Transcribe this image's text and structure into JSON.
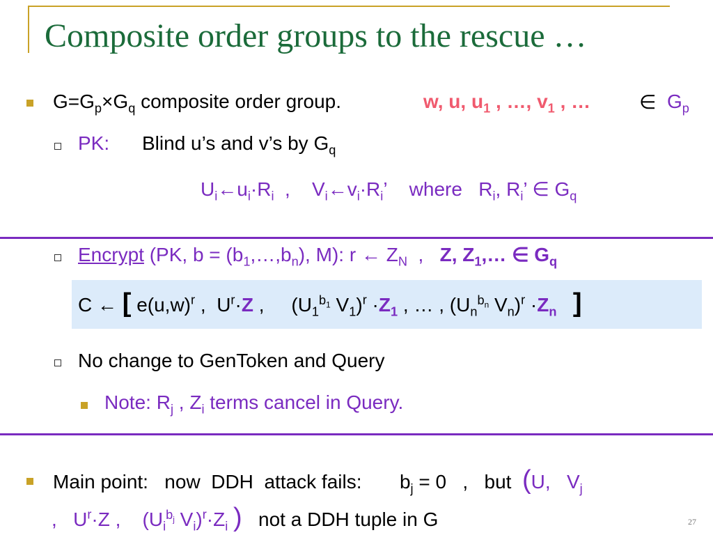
{
  "title": "Composite order groups to the rescue …",
  "bullet1": {
    "prefix": "G=G",
    "p": "p",
    "times": "×G",
    "q": "q",
    "text": " composite order group.",
    "red": "w, u, u",
    "red_sub": "1",
    "red_mid": " , …, v",
    "red_sub2": "1",
    "red_end": " , …",
    "elem": "∈",
    "gp": "G",
    "gp_sub": "p"
  },
  "pk": {
    "label": "PK:",
    "text": "Blind  u’s  and  v’s    by  G",
    "sub": "q"
  },
  "formula1": "U<sub>i</sub>←u<sub>i</sub>·R<sub>i</sub>&nbsp; ,&nbsp;&nbsp;&nbsp; V<sub>i</sub>←v<sub>i</sub>·R<sub>i</sub>’&nbsp;&nbsp;&nbsp; where&nbsp;&nbsp; R<sub>i</sub>, R<sub>i</sub>’ ∈ G<sub>q</sub>",
  "encrypt": {
    "label": "Encrypt",
    "rest": " (PK,  b = (b<sub>1</sub>,…,b<sub>n</sub>),  M):  r ← Z<sub>N</sub>&nbsp; ,&nbsp;&nbsp; <b>Z, Z<sub>1</sub>,… ∈ G<sub>q</sub></b>"
  },
  "ciphertext": "C ← <span style=\"font-size:38px;font-weight:bold\">[</span> e(u,w)<sup>r</sup> ,&nbsp; U<sup>r</sup>·<b style=\"color:#7A2BC0\">Z</b> ,&nbsp;&nbsp;&nbsp;&nbsp; (U<sub>1</sub><sup>b<sub>1</sub></sup> V<sub>1</sub>)<sup>r</sup> ·<b style=\"color:#7A2BC0\">Z<sub>1</sub></b> , … , (U<sub>n</sub><sup>b<sub>n</sub></sup> V<sub>n</sub>)<sup>r</sup> ·<b style=\"color:#7A2BC0\">Z<sub>n</sub></b>&nbsp;&nbsp; <span style=\"font-size:38px;font-weight:bold\">]</span>",
  "nochange": "No change to  GenToken  and  Query",
  "note": "Note:   R<sub>j</sub> , Z<sub>i</sub>  terms cancel in Query.",
  "mainpoint_line1": "Main point:&nbsp;&nbsp; now&nbsp; DDH&nbsp; attack fails:&nbsp;&nbsp;&nbsp;&nbsp;&nbsp;&nbsp; b<sub>j</sub> = 0&nbsp;&nbsp; ,&nbsp;&nbsp; but&nbsp; <span style=\"color:#7A2BC0;font-size:38px\">(</span><span style=\"color:#7A2BC0\">U,&nbsp;&nbsp; V<sub>j</sub></span>",
  "mainpoint_line2": "<span style=\"color:#7A2BC0\">,&nbsp;&nbsp; U<sup>r</sup>·Z ,&nbsp;&nbsp;&nbsp; (U<sub>i</sub><sup>b<sub>j</sub></sup> V<sub>i</sub>)<sup>r</sup>·Z<sub>i</sub> <span style=\"font-size:38px\">)</span></span>&nbsp;&nbsp; not a DDH tuple in G",
  "slide_number": "27",
  "colors": {
    "title": "#1B6B3A",
    "accent": "#7A2BC0",
    "pink": "#F05A6E",
    "gold": "#C9A227",
    "box": "#DCEBFA"
  }
}
